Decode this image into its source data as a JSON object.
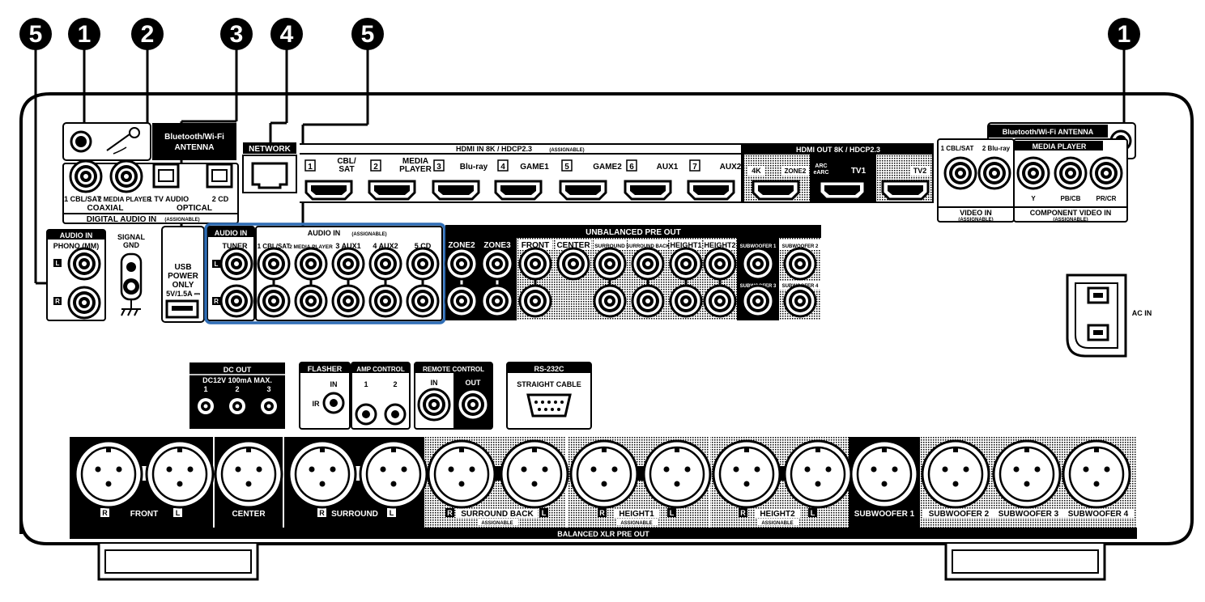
{
  "callouts": {
    "c5a": "5",
    "c1a": "1",
    "c2": "2",
    "c3": "3",
    "c4": "4",
    "c5b": "5",
    "c1b": "1"
  },
  "antenna": {
    "left_label": "Bluetooth/Wi-Fi\nANTENNA",
    "right_label": "Bluetooth/Wi-Fi ANTENNA"
  },
  "digital_audio_in": {
    "title": "DIGITAL AUDIO IN",
    "title_suffix": "(ASSIGNABLE)",
    "coaxial": "COAXIAL",
    "optical": "OPTICAL",
    "ports": [
      "1 CBL/SAT",
      "2 MEDIA PLAYER",
      "1 TV AUDIO",
      "2 CD"
    ]
  },
  "network": {
    "label": "NETWORK"
  },
  "usb": {
    "lines": [
      "USB",
      "POWER",
      "ONLY"
    ],
    "rating": "5V/1.5A ⎓"
  },
  "hdmi_in": {
    "title": "HDMI IN  8K / HDCP2.3",
    "suffix": "(ASSIGNABLE)",
    "ports": [
      {
        "name": "",
        "num": "1"
      },
      {
        "name": "CBL/\nSAT",
        "num": "2"
      },
      {
        "name": "MEDIA\nPLAYER",
        "num": "3"
      },
      {
        "name": "Blu-ray",
        "num": "4"
      },
      {
        "name": "GAME1",
        "num": "5"
      },
      {
        "name": "GAME2",
        "num": "6"
      },
      {
        "name": "AUX1",
        "num": "7"
      },
      {
        "name": "AUX2",
        "num": ""
      }
    ]
  },
  "hdmi_out": {
    "title": "HDMI OUT  8K / HDCP2.3",
    "labels": [
      "4K",
      "ZONE2",
      "ARC",
      "eARC",
      "TV1",
      "TV2"
    ]
  },
  "video_in": {
    "ports": [
      "1 CBL/SAT",
      "2 Blu-ray"
    ],
    "title": "VIDEO IN",
    "sub": "(ASSIGNABLE)"
  },
  "component": {
    "header": "MEDIA PLAYER",
    "ports": [
      "Y",
      "PB/CB",
      "PR/CR"
    ],
    "title": "COMPONENT VIDEO IN",
    "sub": "(ASSIGNABLE)"
  },
  "phono": {
    "title": "AUDIO IN",
    "sub": "PHONO (MM)",
    "l": "L",
    "r": "R"
  },
  "signal_gnd": {
    "text": "SIGNAL\nGND"
  },
  "audio_in_tuner": {
    "title": "AUDIO IN",
    "tuner": "TUNER",
    "l": "L",
    "r": "R"
  },
  "audio_in_assign": {
    "title": "AUDIO IN",
    "suffix": "(ASSIGNABLE)",
    "ports": [
      "1 CBL/SAT",
      "2 MEDIA PLAYER",
      "3 AUX1",
      "4 AUX2",
      "5 CD"
    ]
  },
  "pre_out": {
    "title": "UNBALANCED PRE OUT",
    "labels": [
      "ZONE2",
      "ZONE3",
      "FRONT",
      "CENTER",
      "SURROUND",
      "SURROUND BACK",
      "HEIGHT1",
      "HEIGHT2",
      "SUBWOOFER 1",
      "SUBWOOFER 2",
      "SUBWOOFER 3",
      "SUBWOOFER 4"
    ]
  },
  "ac_in": {
    "label": "AC IN"
  },
  "dc_out": {
    "title": "DC OUT",
    "sub": "DC12V 100mA MAX.",
    "nums": [
      "1",
      "2",
      "3"
    ]
  },
  "flasher": {
    "title": "FLASHER",
    "in": "IN",
    "ir": "IR"
  },
  "amp_control": {
    "title": "AMP CONTROL",
    "nums": [
      "1",
      "2"
    ]
  },
  "remote_control": {
    "title": "REMOTE CONTROL",
    "in": "IN",
    "out": "OUT"
  },
  "rs232": {
    "title": "RS-232C",
    "sub": "STRAIGHT CABLE"
  },
  "xlr": {
    "title": "BALANCED XLR PRE OUT",
    "front": "FRONT",
    "center": "CENTER",
    "surround": "SURROUND",
    "surround_back": "SURROUND BACK",
    "height1": "HEIGHT1",
    "height2": "HEIGHT2",
    "assignable": "ASSIGNABLE",
    "subs": [
      "SUBWOOFER 1",
      "SUBWOOFER 2",
      "SUBWOOFER 3",
      "SUBWOOFER 4"
    ],
    "r": "R",
    "l": "L"
  }
}
